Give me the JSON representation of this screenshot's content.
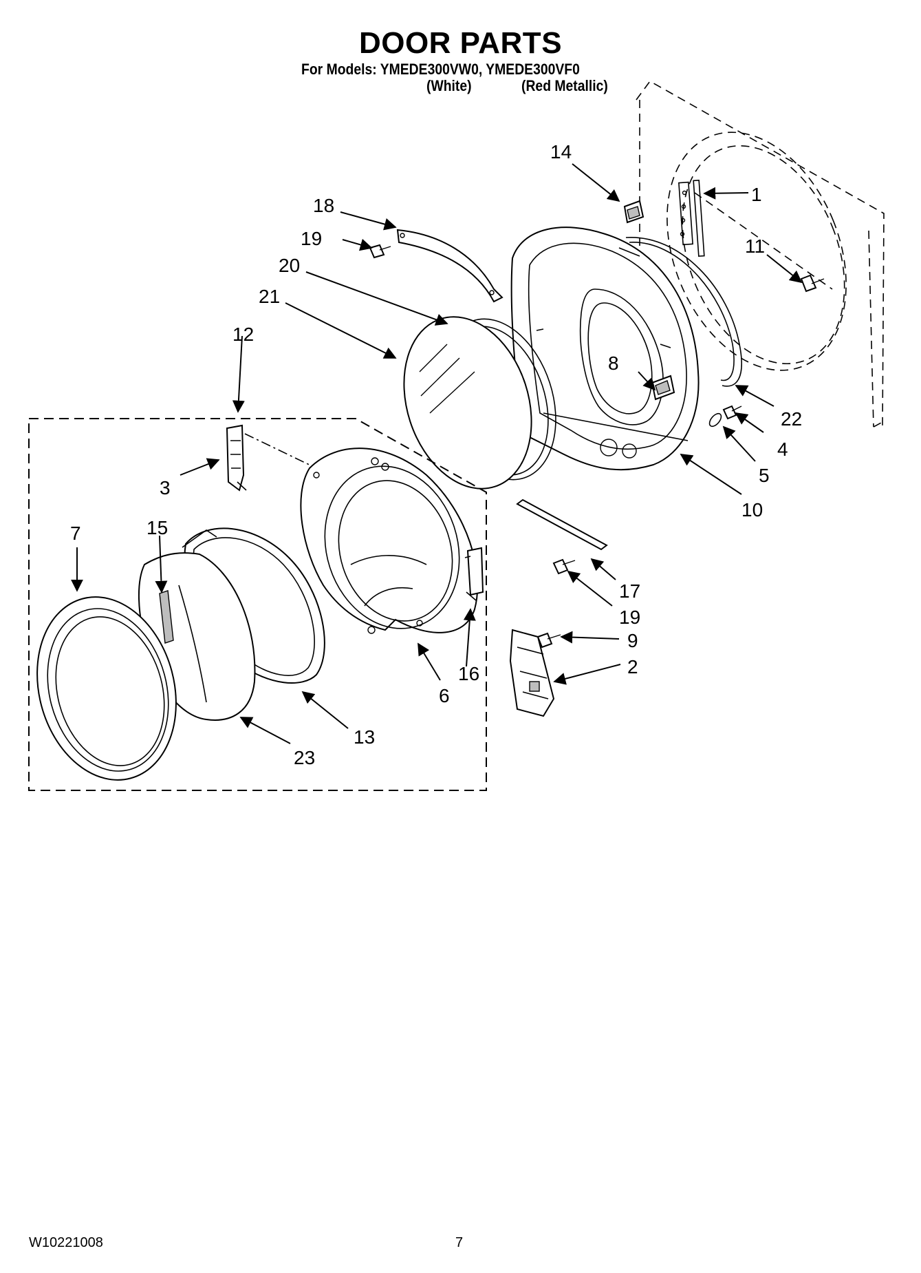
{
  "header": {
    "title": "DOOR PARTS",
    "models_line": "For Models: YMEDE300VW0, YMEDE300VF0",
    "variant_white": "(White)",
    "variant_red": "(Red Metallic)"
  },
  "callouts": {
    "c1": "1",
    "c2": "2",
    "c3": "3",
    "c4": "4",
    "c5": "5",
    "c6": "6",
    "c7": "7",
    "c8": "8",
    "c9": "9",
    "c10": "10",
    "c11": "11",
    "c12": "12",
    "c13": "13",
    "c14": "14",
    "c15": "15",
    "c16": "16",
    "c17": "17",
    "c18": "18",
    "c19a": "19",
    "c19b": "19",
    "c20": "20",
    "c21": "21",
    "c22": "22",
    "c23": "23"
  },
  "footer": {
    "doc_number": "W10221008",
    "page_number": "7"
  }
}
